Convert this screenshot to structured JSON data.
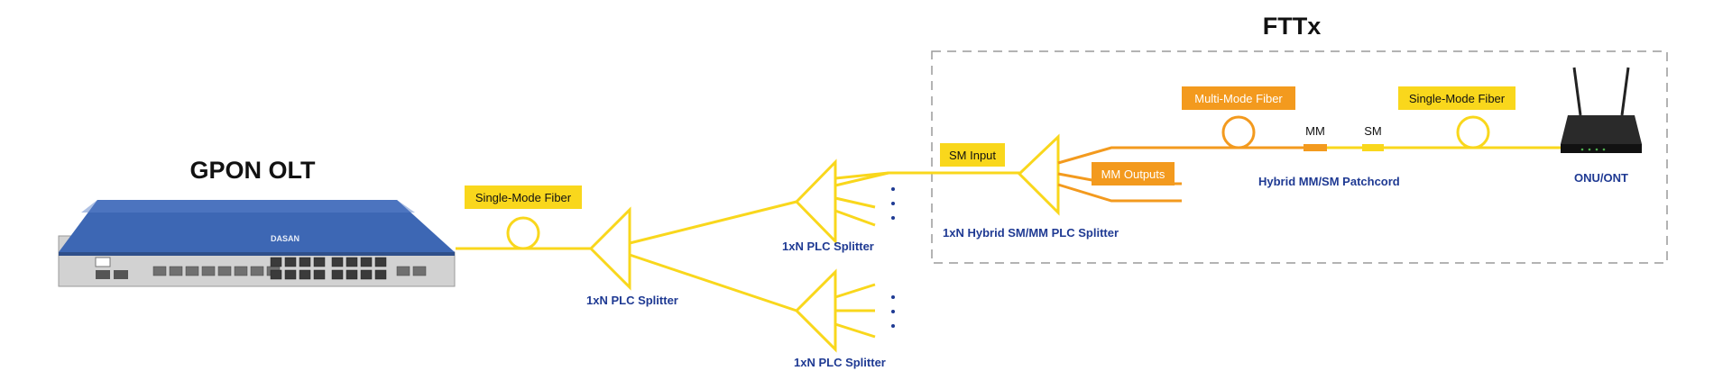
{
  "titles": {
    "gpon_olt": "GPON OLT",
    "fttx": "FTTx"
  },
  "labels": {
    "splitter_main": "1xN PLC Splitter",
    "splitter_upper": "1xN PLC Splitter",
    "splitter_lower": "1xN PLC Splitter",
    "hybrid_splitter": "1xN Hybrid SM/MM PLC Splitter",
    "patchcord": "Hybrid MM/SM Patchcord",
    "onu": "ONU/ONT",
    "mm": "MM",
    "sm": "SM"
  },
  "tags": {
    "single_mode_fiber_left": "Single-Mode Fiber",
    "sm_input": "SM Input",
    "mm_outputs": "MM Outputs",
    "multi_mode_fiber": "Multi-Mode Fiber",
    "single_mode_fiber_right": "Single-Mode Fiber"
  },
  "device": {
    "olt_brand": "DASAN"
  },
  "colors": {
    "single_mode": "#f9d71c",
    "multi_mode": "#f39a1e",
    "label_blue": "#1f3a93",
    "dashed_box": "#9a9a9a"
  }
}
